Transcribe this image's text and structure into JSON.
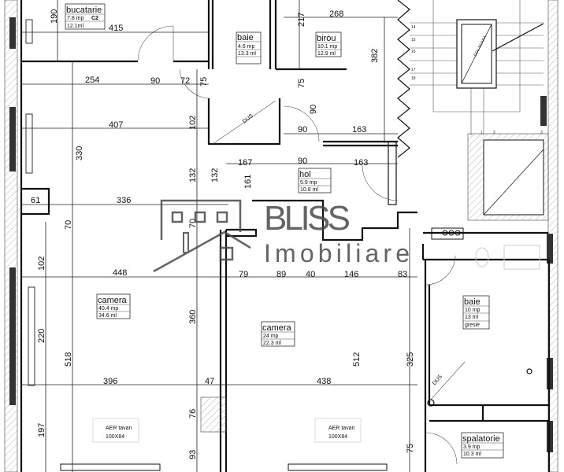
{
  "rooms": {
    "bucatarie": {
      "name": "bucatarie",
      "area": "7.8 mp",
      "perimeter": "12.1ml",
      "code": "C2"
    },
    "baie1": {
      "name": "baie",
      "area": "4.6 mp",
      "perimeter": "13.3 ml"
    },
    "birou": {
      "name": "birou",
      "area": "10.1 mp",
      "perimeter": "12.9 ml"
    },
    "hol": {
      "name": "hol",
      "area": "5.9 mp",
      "perimeter": "10.8 ml"
    },
    "camera1": {
      "name": "camera",
      "area": "40.4 mp",
      "perimeter": "34.6 ml"
    },
    "camera2": {
      "name": "camera",
      "area": "24 mp",
      "perimeter": "22.3 ml"
    },
    "baie2": {
      "name": "baie",
      "area": "10 mp",
      "perimeter": "13 ml",
      "finish": "gresie"
    },
    "spalatorie": {
      "name": "spalatorie",
      "area": "3.9 mp",
      "perimeter": "10.3 ml"
    }
  },
  "dimensions": [
    "190",
    "415",
    "217",
    "268",
    "254",
    "90",
    "72",
    "75",
    "75",
    "382",
    "407",
    "102",
    "90",
    "90",
    "163",
    "167",
    "90",
    "163",
    "132",
    "132",
    "161",
    "61",
    "336",
    "70",
    "70",
    "102",
    "448",
    "79",
    "89",
    "40",
    "146",
    "83",
    "330",
    "360",
    "220",
    "518",
    "512",
    "325",
    "396",
    "47",
    "438",
    "197",
    "76",
    "93",
    "75"
  ],
  "annotations": {
    "dus1": "DUS",
    "dus2": "DUS",
    "gol_scara": "GOL SCARA",
    "aer1_line1": "AER tavan",
    "aer1_line2": "100X84",
    "aer2_line1": "AER tavan",
    "aer2_line2": "100X84",
    "steps": [
      "14",
      "15",
      "16",
      "17",
      "18",
      "1",
      "2",
      "3"
    ]
  },
  "watermark": {
    "line1": "BLISS",
    "line2": "Imobiliare"
  },
  "colors": {
    "wall": "#111111",
    "watermark": "#4a4a4a"
  }
}
